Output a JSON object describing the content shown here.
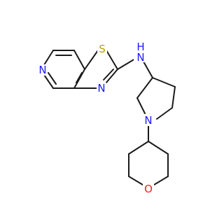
{
  "molecule": {
    "atoms": {
      "sulfur": {
        "label": "S",
        "color": "#b8a000"
      },
      "pyridine_n": {
        "label": "N",
        "color": "#1a1aff"
      },
      "thiazole_n": {
        "label": "N",
        "color": "#1a1aff"
      },
      "amine_nh": {
        "label": "N",
        "color": "#1a1aff",
        "hydrogen": "H"
      },
      "pyrrolidine_n": {
        "label": "N",
        "color": "#1a1aff"
      },
      "oxane_o": {
        "label": "O",
        "color": "#ff1a1a"
      }
    },
    "bond_color": "#1a1a1a"
  }
}
